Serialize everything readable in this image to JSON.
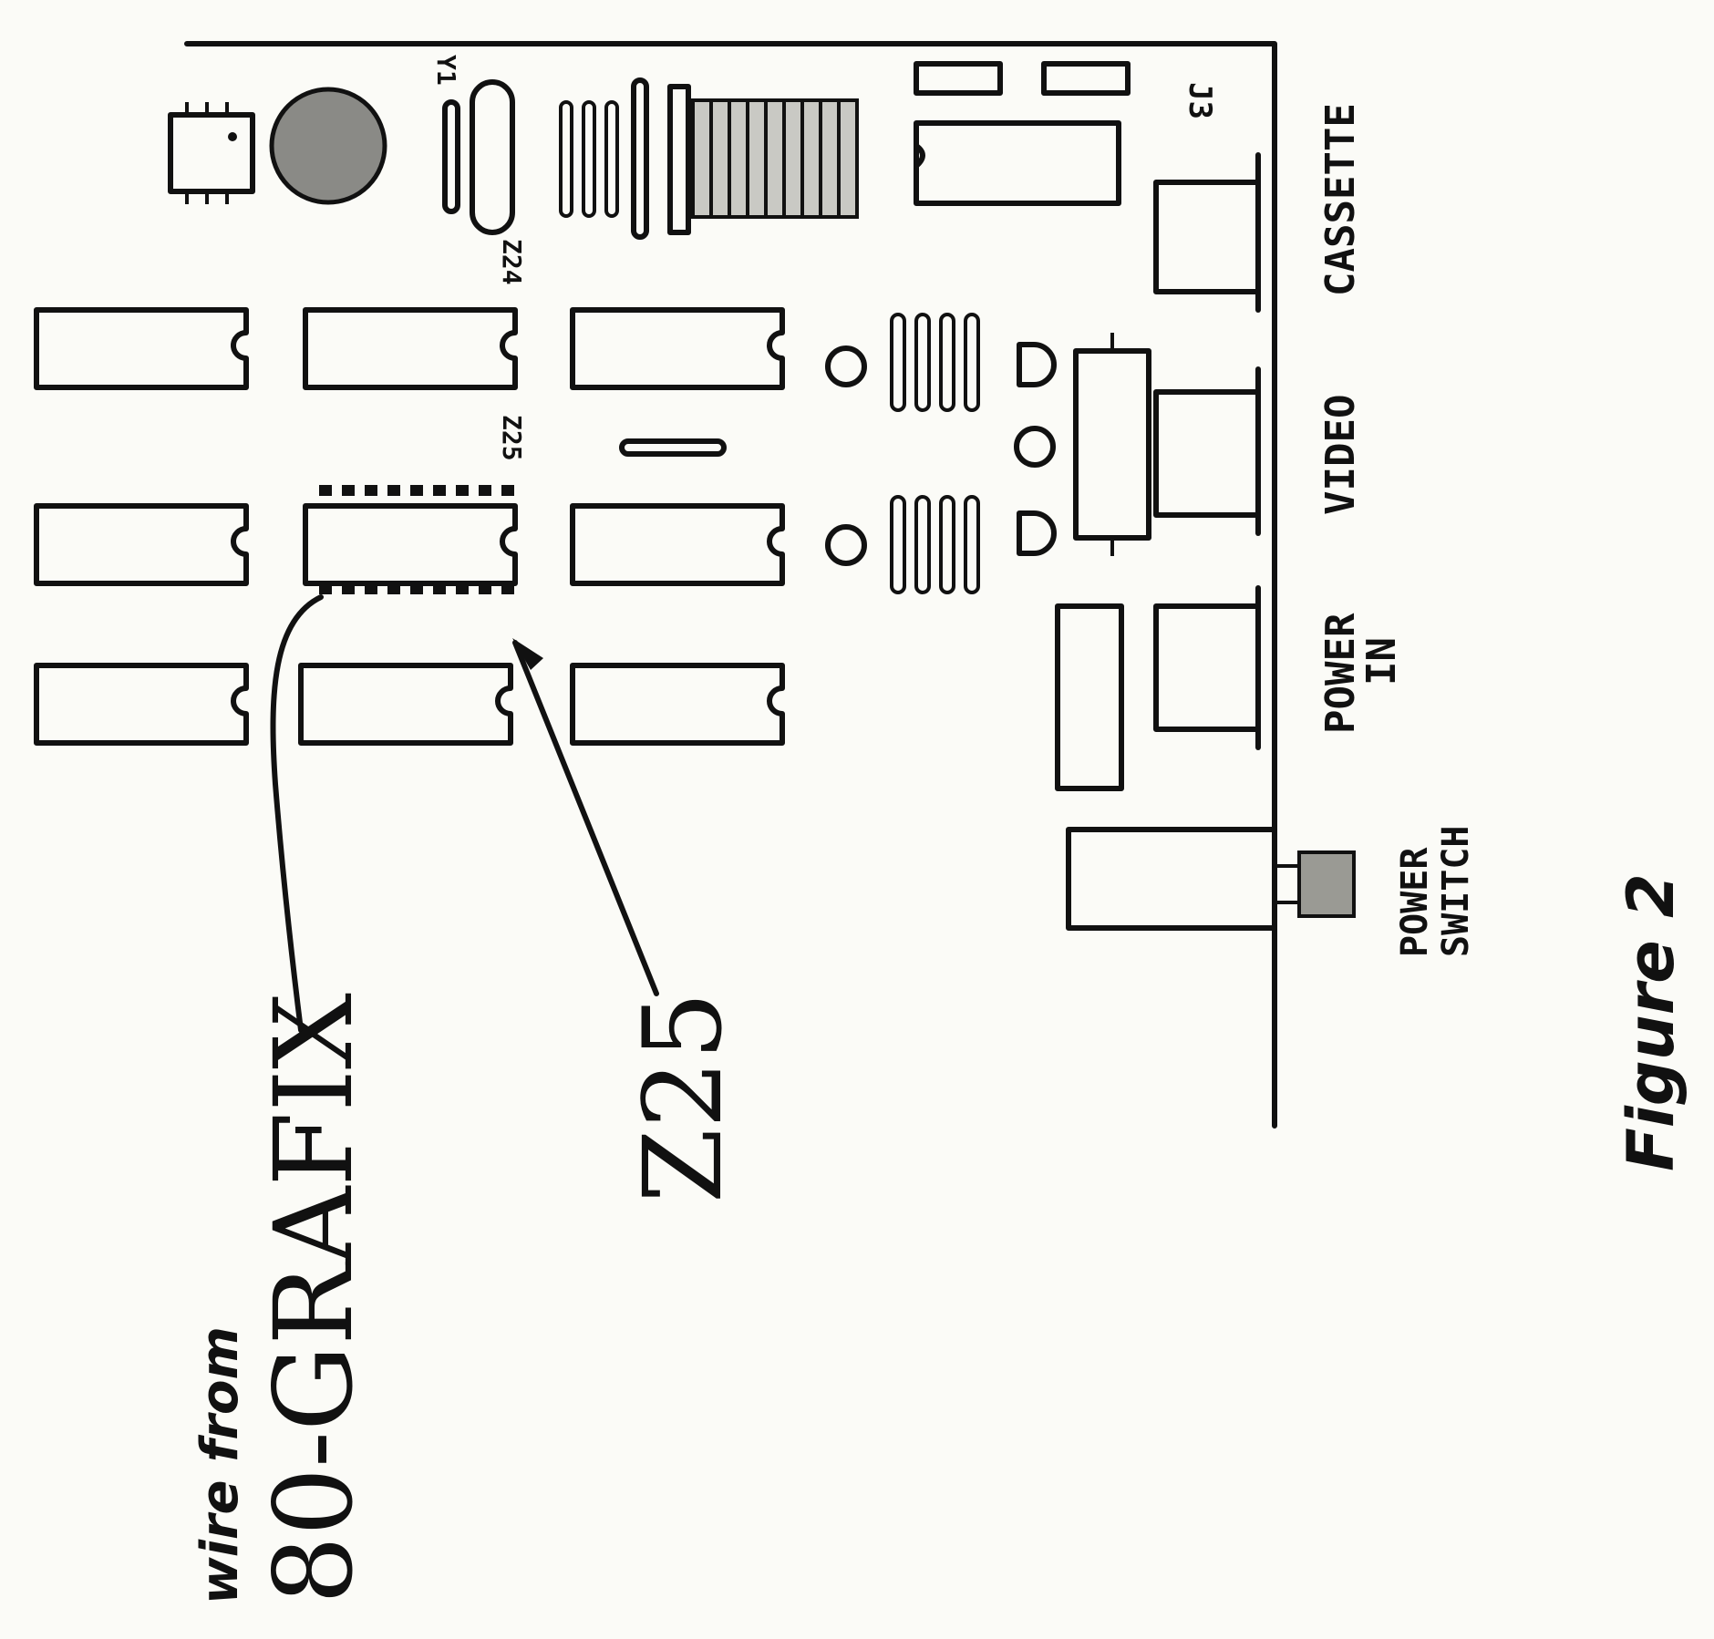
{
  "diagram": {
    "labels": {
      "z24": "Z24",
      "z25_small": "Z25",
      "y1": "Y1",
      "j3": "J3",
      "cassette": "CASSETTE",
      "video": "VIDEO",
      "power_in_line1": "POWER",
      "power_in_line2": "IN",
      "power_switch_line1": "POWER",
      "power_switch_line2": "SWITCH",
      "z25_callout": "Z25",
      "wire_from": "wire from",
      "grafix": "80-GRAFIX",
      "figure": "Figure 2"
    }
  }
}
